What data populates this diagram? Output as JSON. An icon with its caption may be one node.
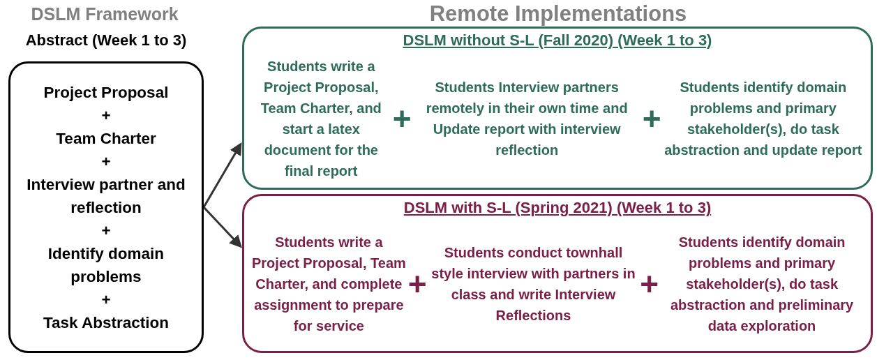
{
  "diagram": {
    "nodes": [
      {
        "text": [
          "Abstract (Week 1 to 3)",
          "Project Proposal",
          "+",
          "Team Charter",
          "+",
          "Interview partner and reflection",
          "+",
          "Identify domain problems",
          "+",
          "Task Abstraction"
        ]
      },
      {
        "text": [
          "DSLM without S-L (Fall 2020) (Week 1 to 3)",
          "Students write a Project Proposal, Team Charter, and start a latex document for the final report",
          "+",
          "Students Interview partners remotely in their own time and Update report with interview reflection",
          "+",
          "Students identify domain problems and primary stakeholder(s), do task abstraction and update report"
        ]
      },
      {
        "text": [
          "DSLM with S-L (Spring 2021) (Week 1 to 3)",
          "Students write a Project Proposal, Team Charter, and complete assignment to prepare for service",
          "+",
          "Students conduct townhall style interview with partners in class and write Interview Reflections",
          "+",
          "Students identify domain problems and primary stakeholder(s), do task abstraction and preliminary data exploration"
        ]
      }
    ],
    "edges": [
      {
        "from": 0,
        "to": 1,
        "arrow": "to"
      },
      {
        "from": 0,
        "to": 2,
        "arrow": "to"
      }
    ],
    "labels": [
      "DSLM Framework",
      "Remote Implementations"
    ]
  }
}
